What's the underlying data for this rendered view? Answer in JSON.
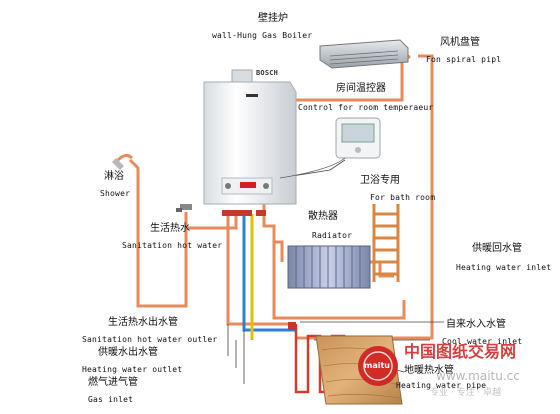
{
  "labels": {
    "boiler_cn": "壁挂炉",
    "boiler_en": "wall-Hung Gas Boiler",
    "fan_coil_cn": "风机盘管",
    "fan_coil_en": "Fon spiral pipl",
    "thermostat_cn": "房间温控器",
    "thermostat_en": "Control for room temperaeur",
    "shower_cn": "淋浴",
    "shower_en": "Shower",
    "sanitation_hot_cn": "生活热水",
    "sanitation_hot_en": "Sanitation hot water",
    "bathroom_cn": "卫浴专用",
    "bathroom_en": "For bath room",
    "radiator_cn": "散热器",
    "radiator_en": "Radiator",
    "heating_inlet_cn": "供暖回水管",
    "heating_inlet_en": "Heating water inlet",
    "sanitation_outlet_cn": "生活热水出水管",
    "sanitation_outlet_en": "Sanitation hot water outler",
    "heating_outlet_cn": "供暖水出水管",
    "heating_outlet_en": "Heating water outlet",
    "gas_inlet_cn": "燃气进气管",
    "gas_inlet_en": "Gas inlet",
    "cold_water_cn": "自来水入水管",
    "cold_water_en": "Cool water inlet",
    "floor_heating_cn": "地暖热水管",
    "floor_heating_en": "Heating water pipe"
  },
  "boiler_brand": "BOSCH",
  "watermark": {
    "site_cn": "中国图纸交易网",
    "url": "www.maitu.cc",
    "badge": "maitu",
    "slogan": "专业 · 专注 · 卓越"
  },
  "colors": {
    "heating_pipe": "#e88a5a",
    "cold_pipe": "#2b7fd6",
    "gas_pipe": "#e0c000",
    "return_pipe": "#d23a2a",
    "leader_line": "#444444",
    "watermark_red": "#d01e1e"
  }
}
